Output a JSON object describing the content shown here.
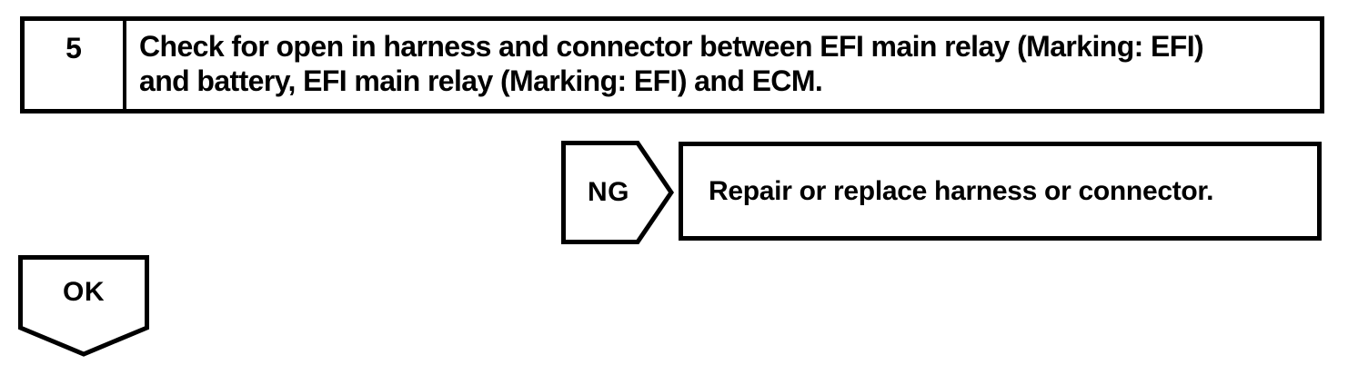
{
  "page": {
    "background": "#ffffff",
    "ink_color": "#000000"
  },
  "flowchart": {
    "step": {
      "number": "5",
      "instruction": "Check for open in harness and connector between EFI main relay (Marking: EFI) and battery, EFI main relay (Marking: EFI) and ECM.",
      "instruction_lines": [
        "Check for open in harness and connector between EFI main relay (Marking: EFI)",
        "and battery, EFI main relay (Marking: EFI) and ECM."
      ]
    },
    "ng_branch": {
      "label": "NG",
      "action": "Repair or replace harness or connector."
    },
    "ok_branch": {
      "label": "OK"
    }
  }
}
